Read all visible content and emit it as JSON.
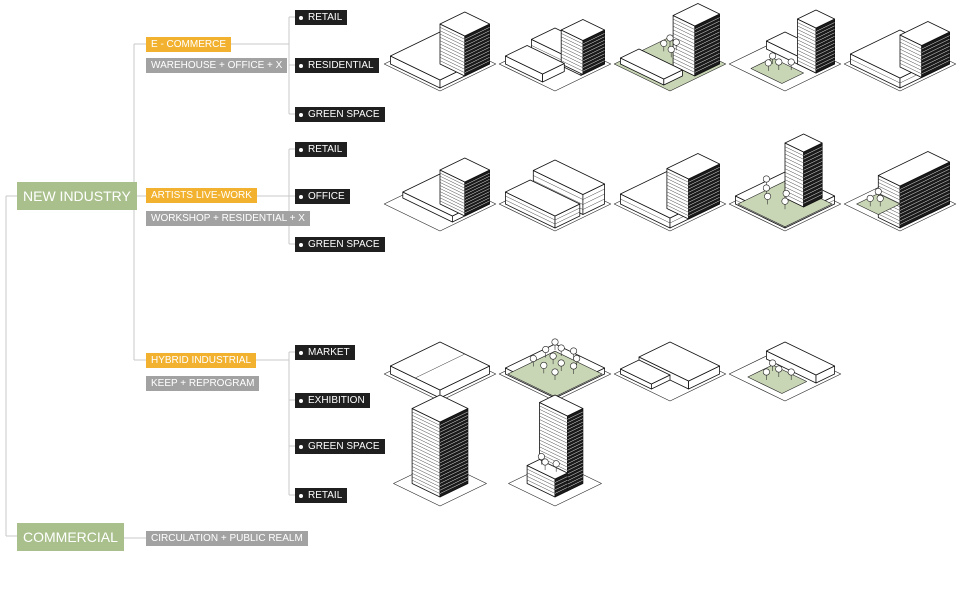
{
  "colors": {
    "root": "#a9c08c",
    "category": "#f2b230",
    "subtitle": "#a2a2a2",
    "program": "#1f1f1f",
    "tree_line": "#c8c8c8",
    "green_space": "#c9d6b6"
  },
  "roots": [
    {
      "label": "NEW INDUSTRY",
      "categories": [
        {
          "label": "E - COMMERCE",
          "subtitle": "WAREHOUSE + OFFICE + X",
          "programs": [
            "RETAIL",
            "RESIDENTIAL",
            "GREEN SPACE"
          ]
        },
        {
          "label": "ARTISTS LIVE-WORK",
          "subtitle": "WORKSHOP + RESIDENTIAL + X",
          "programs": [
            "RETAIL",
            "OFFICE",
            "GREEN SPACE"
          ]
        },
        {
          "label": "HYBRID INDUSTRIAL",
          "subtitle": "KEEP + REPROGRAM",
          "programs": [
            "MARKET",
            "EXHIBITION",
            "GREEN SPACE",
            "RETAIL"
          ]
        }
      ]
    },
    {
      "label": "COMMERCIAL",
      "subtitle": "CIRCULATION + PUBLIC REALM"
    }
  ],
  "diagram_rows": [
    {
      "icons": [
        "slab-shed-icon",
        "twin-block-icon",
        "green-court-tower-icon",
        "tower-courtyard-icon",
        "stepped-block-icon"
      ]
    },
    {
      "icons": [
        "block-on-plinth-icon",
        "twin-volume-icon",
        "terraced-block-icon",
        "tower-on-green-podium-icon",
        "L-block-green-court-icon"
      ]
    },
    {
      "icons": [
        "open-shed-icon",
        "tree-canopy-shed-icon",
        "stepped-shed-icon",
        "shed-with-courtyard-icon"
      ]
    },
    {
      "icons": [
        "office-tower-icon",
        "tower-on-podium-icon"
      ]
    }
  ]
}
